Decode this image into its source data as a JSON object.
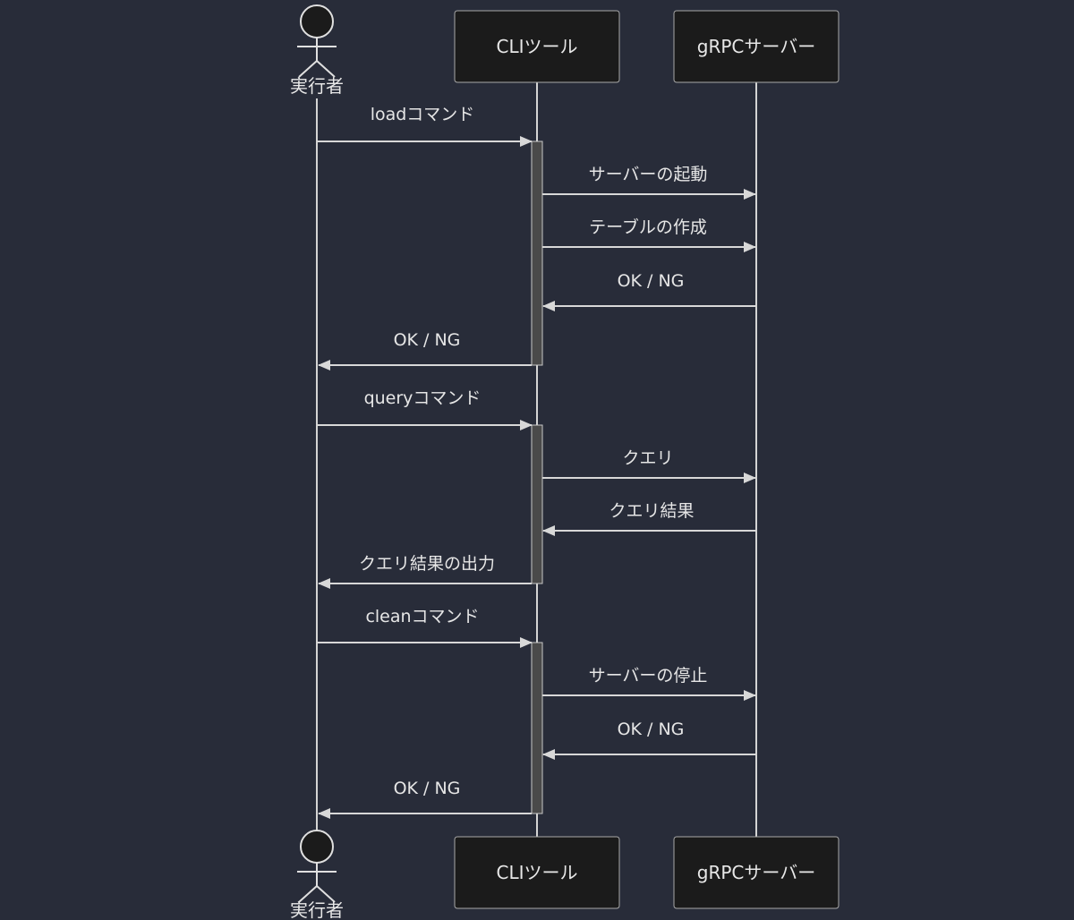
{
  "participants": {
    "actor": {
      "label": "実行者"
    },
    "cli": {
      "label": "CLIツール"
    },
    "server": {
      "label": "gRPCサーバー"
    }
  },
  "messages": [
    {
      "from": "actor",
      "to": "cli",
      "label": "loadコマンド"
    },
    {
      "from": "cli",
      "to": "server",
      "label": "サーバーの起動"
    },
    {
      "from": "cli",
      "to": "server",
      "label": "テーブルの作成"
    },
    {
      "from": "server",
      "to": "cli",
      "label": "OK / NG"
    },
    {
      "from": "cli",
      "to": "actor",
      "label": "OK / NG"
    },
    {
      "from": "actor",
      "to": "cli",
      "label": "queryコマンド"
    },
    {
      "from": "cli",
      "to": "server",
      "label": "クエリ"
    },
    {
      "from": "server",
      "to": "cli",
      "label": "クエリ結果"
    },
    {
      "from": "cli",
      "to": "actor",
      "label": "クエリ結果の出力"
    },
    {
      "from": "actor",
      "to": "cli",
      "label": "cleanコマンド"
    },
    {
      "from": "cli",
      "to": "server",
      "label": "サーバーの停止"
    },
    {
      "from": "server",
      "to": "cli",
      "label": "OK / NG"
    },
    {
      "from": "cli",
      "to": "actor",
      "label": "OK / NG"
    }
  ],
  "colors": {
    "background": "#282c39",
    "box": "#1b1b1b",
    "line": "#d8d8d8",
    "text": "#e6e6e6"
  }
}
